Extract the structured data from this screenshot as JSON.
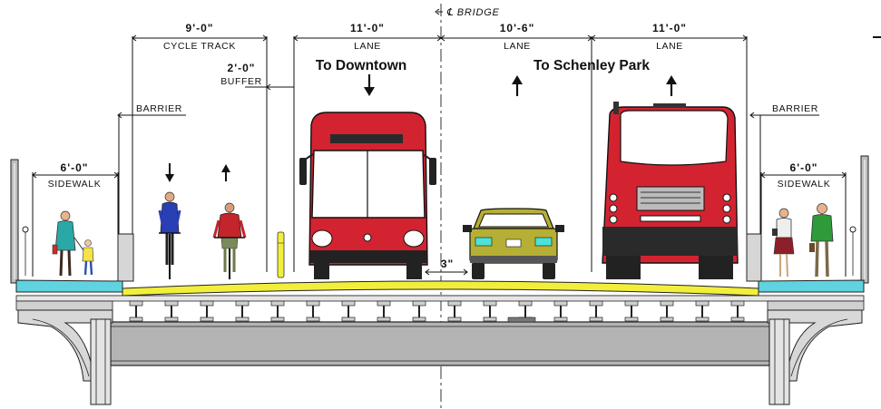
{
  "centerline": {
    "label": "℄ BRIDGE"
  },
  "dimensions": {
    "cycle_track": {
      "value": "9'-0\"",
      "label": "CYCLE TRACK"
    },
    "buffer": {
      "value": "2'-0\"",
      "label": "BUFFER"
    },
    "lane_left": {
      "value": "11'-0\"",
      "label": "LANE"
    },
    "lane_mid": {
      "value": "10'-6\"",
      "label": "LANE"
    },
    "lane_right": {
      "value": "11'-0\"",
      "label": "LANE"
    },
    "sidewalk_left": {
      "value": "6'-0\"",
      "label": "SIDEWALK"
    },
    "sidewalk_right": {
      "value": "6'-0\"",
      "label": "SIDEWALK"
    },
    "gap": {
      "value": "3\""
    }
  },
  "barriers": {
    "left": "BARRIER",
    "right": "BARRIER"
  },
  "directions": {
    "downtown": "To Downtown",
    "schenley": "To Schenley Park"
  },
  "colors": {
    "bus": "#d42330",
    "car": "#b5b035",
    "deck": "#f2ef3c",
    "sidewalk": "#5fd3df",
    "girder": "#b4b4b4"
  }
}
